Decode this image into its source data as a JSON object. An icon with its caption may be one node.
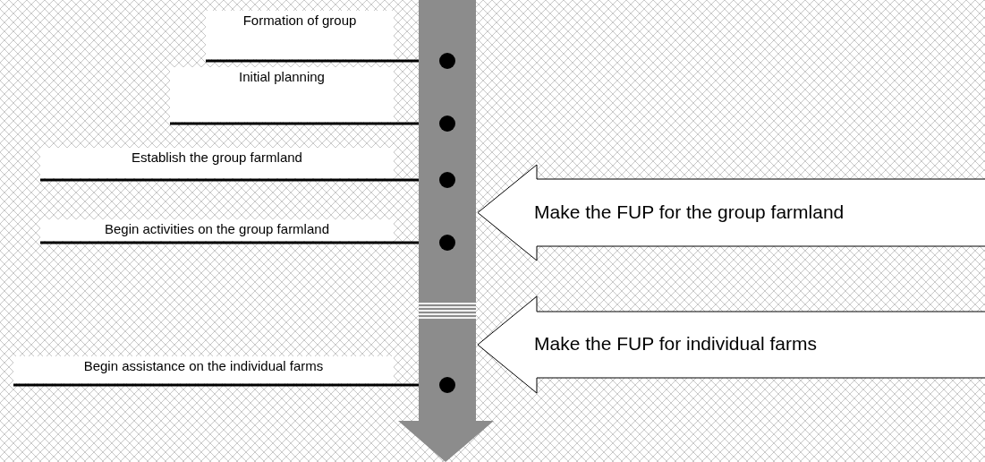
{
  "diagram": {
    "nodes": [
      {
        "text": [],
        "shape": "arrow"
      },
      {
        "text": [
          "Formation of group"
        ]
      },
      {
        "text": [
          "Initial planning"
        ]
      },
      {
        "text": [
          "Establish the group farmland"
        ]
      },
      {
        "text": [
          "Begin activities on the group farmland"
        ]
      },
      {
        "text": [
          "Begin assistance on the individual farms"
        ]
      },
      {
        "text": [],
        "shape": "circle",
        "in": 0
      },
      {
        "text": [],
        "shape": "circle",
        "in": 0
      },
      {
        "text": [],
        "shape": "circle",
        "in": 0
      },
      {
        "text": [],
        "shape": "circle",
        "in": 0
      },
      {
        "text": [],
        "shape": "circle",
        "in": 0
      },
      {
        "text": [
          "Make the FUP for the group farmland"
        ]
      },
      {
        "text": [
          "Make the FUP for individual farms"
        ]
      }
    ],
    "edges": [
      {
        "from": 1,
        "to": 6,
        "arrow": "none"
      },
      {
        "from": 2,
        "to": 7,
        "arrow": "none"
      },
      {
        "from": 3,
        "to": 8,
        "arrow": "none"
      },
      {
        "from": 4,
        "to": 9,
        "arrow": "none"
      },
      {
        "from": 5,
        "to": 10,
        "arrow": "none"
      }
    ]
  }
}
